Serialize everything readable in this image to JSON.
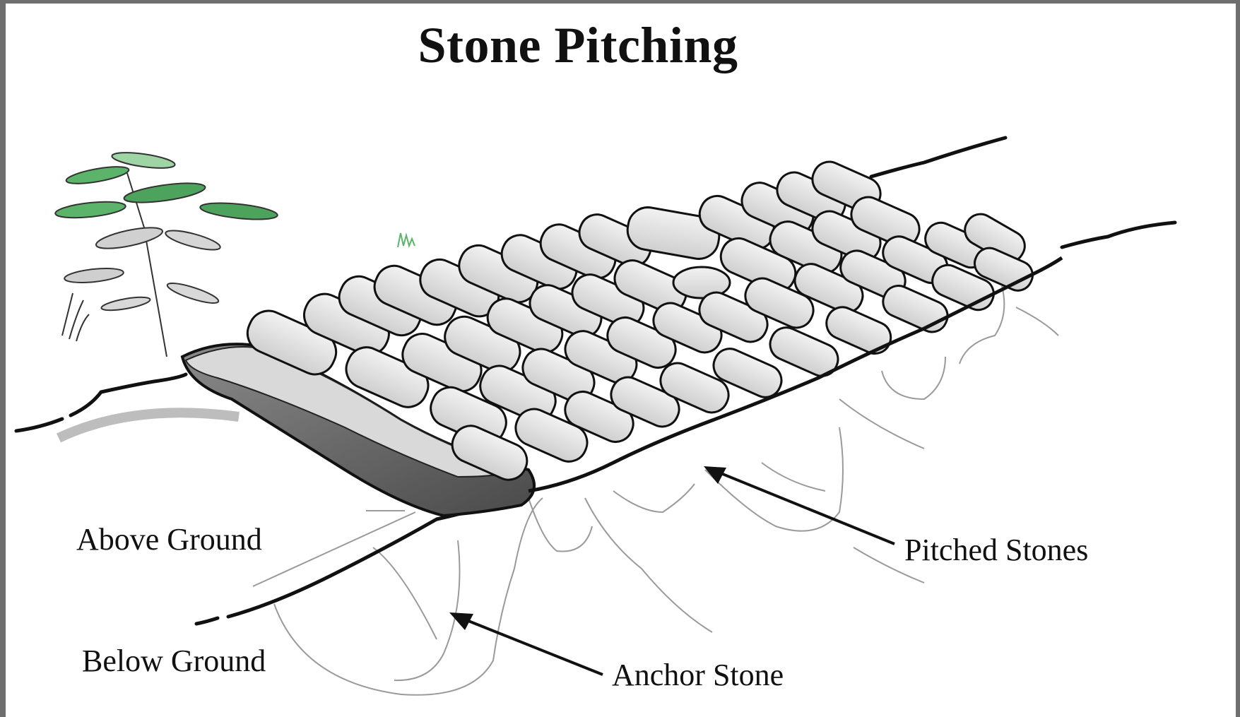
{
  "diagram": {
    "title": "Stone Pitching",
    "labels": {
      "above_ground": "Above Ground",
      "below_ground": "Below Ground",
      "pitched_stones": "Pitched Stones",
      "anchor_stone": "Anchor Stone"
    }
  }
}
